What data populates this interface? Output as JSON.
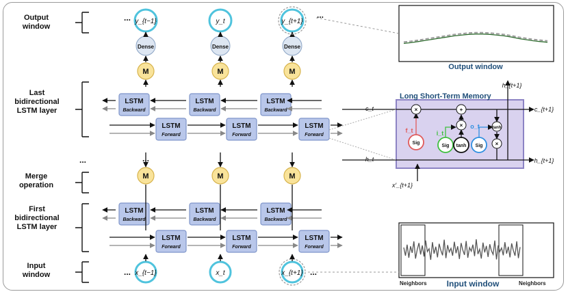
{
  "row_labels": {
    "output": [
      "Output",
      "window"
    ],
    "last": [
      "Last",
      "bidirectional",
      "LSTM layer"
    ],
    "merge": [
      "Merge",
      "operation"
    ],
    "first": [
      "First",
      "bidirectional",
      "LSTM layer"
    ],
    "input": [
      "Input",
      "window"
    ]
  },
  "outputs": [
    "y_{t−1}",
    "y_t",
    "y_{t+1}"
  ],
  "inputs": [
    "x_{t−1}",
    "x_t",
    "x_{t+1}"
  ],
  "dense_label": "Dense",
  "merge_label": "M",
  "lstm_label": "LSTM",
  "backward_label": "Backward",
  "forward_label": "Forward",
  "ellipsis": "...",
  "captions": {
    "output_window": "Output window",
    "input_window": "Input window",
    "neighbors_left": "Neighbors",
    "neighbors_right": "Neighbors",
    "lstm_cell": "Long Short-Term Memory"
  },
  "cell": {
    "c_in": "c_t",
    "c_out": "c_{t+1}",
    "h_in": "h_t",
    "h_out": "h_{t+1}",
    "h_top": "h_{t+1}",
    "x_in": "x′_{t+1}",
    "gates": [
      "Sig",
      "Sig",
      "tanh",
      "Sig"
    ],
    "gate_labels": [
      "f_t",
      "i_t",
      "o_t"
    ],
    "ops": [
      "×",
      "+",
      "×",
      "tanh",
      "×"
    ]
  },
  "colors": {
    "lstm_fill": "#b9c7ea",
    "lstm_border": "#7f95c9",
    "merge_fill": "#f9e39a",
    "merge_border": "#d6b24b",
    "dense_fill": "#dde6f2",
    "node_border": "#4fc3dd",
    "cell_bg": "#d9d2ef",
    "cell_border": "#8c83c4",
    "forget": "#e05a5a",
    "input_gate": "#3fbf3f",
    "output_gate": "#2e8fe0",
    "caption": "#1f4e79"
  },
  "input_series": [
    0.55,
    0.35,
    0.62,
    0.3,
    0.58,
    0.42,
    0.7,
    0.28,
    0.5,
    0.66,
    0.38,
    0.6,
    0.33,
    0.72,
    0.45,
    0.52,
    0.25,
    0.68,
    0.4,
    0.57,
    0.31,
    0.64,
    0.48,
    0.36,
    0.74,
    0.29,
    0.61,
    0.44,
    0.53,
    0.35,
    0.69,
    0.41,
    0.58,
    0.27,
    0.66,
    0.49,
    0.37,
    0.71,
    0.3,
    0.55,
    0.46,
    0.62,
    0.34,
    0.75,
    0.39,
    0.51,
    0.28,
    0.67,
    0.43,
    0.59,
    0.32,
    0.63,
    0.47,
    0.38,
    0.72,
    0.26,
    0.6,
    0.45,
    0.54,
    0.36,
    0.68,
    0.4,
    0.57,
    0.31,
    0.65,
    0.48,
    0.35,
    0.7,
    0.29,
    0.56
  ],
  "output_series": [
    0.3,
    0.32,
    0.35,
    0.38,
    0.41,
    0.44,
    0.47,
    0.5,
    0.52,
    0.54,
    0.55,
    0.55,
    0.54,
    0.52,
    0.5,
    0.47,
    0.43,
    0.4,
    0.37,
    0.35,
    0.33
  ]
}
